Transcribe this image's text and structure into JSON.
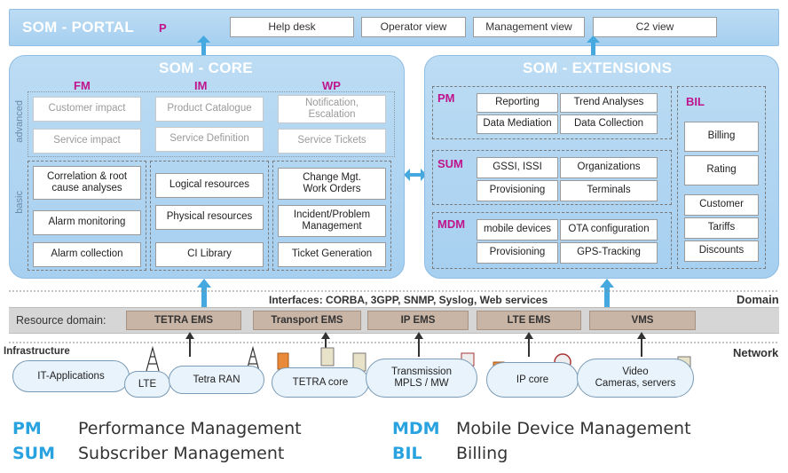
{
  "portal": {
    "title": "SOM - PORTAL",
    "p_marker": "P",
    "buttons": [
      "Help desk",
      "Operator view",
      "Management view",
      "C2 view"
    ]
  },
  "core": {
    "title": "SOM - CORE",
    "columns": [
      "FM",
      "IM",
      "WP"
    ],
    "side_advanced": "advanced",
    "side_basic": "basic",
    "advanced_cells": [
      [
        "Customer impact",
        "Product Catalogue",
        "Notification,\nEscalation"
      ],
      [
        "Service impact",
        "Service Definition",
        "Service Tickets"
      ]
    ],
    "fm_basic": [
      "Correlation & root\ncause analyses",
      "Alarm monitoring",
      "Alarm collection"
    ],
    "im_basic": [
      "Logical resources",
      "Physical resources",
      "CI Library"
    ],
    "wp_basic": [
      "Change Mgt.\nWork Orders",
      "Incident/Problem\nManagement",
      "Ticket Generation"
    ]
  },
  "extensions": {
    "title": "SOM - EXTENSIONS",
    "pm": {
      "label": "PM",
      "cells": [
        "Reporting",
        "Trend Analyses",
        "Data Mediation",
        "Data Collection"
      ]
    },
    "sum": {
      "label": "SUM",
      "cells": [
        "GSSI, ISSI",
        "Organizations",
        "Provisioning",
        "Terminals"
      ]
    },
    "mdm": {
      "label": "MDM",
      "cells": [
        "mobile devices",
        "OTA configuration",
        "Provisioning",
        "GPS-Tracking"
      ]
    },
    "bil": {
      "label": "BIL",
      "cells": [
        "Billing",
        "Rating",
        "Customer",
        "Tariffs",
        "Discounts"
      ]
    }
  },
  "interfaces": "Interfaces: CORBA, 3GPP, SNMP, Syslog, Web services",
  "domain_label": "Domain",
  "resource_domain": {
    "label": "Resource domain:",
    "items": [
      "TETRA EMS",
      "Transport EMS",
      "IP EMS",
      "LTE EMS",
      "VMS"
    ]
  },
  "infrastructure": {
    "label": "Infrastructure",
    "network_label": "Network",
    "clouds": [
      "IT-Applications",
      "LTE",
      "Tetra RAN",
      "TETRA core",
      "Transmission\nMPLS / MW",
      "IP core",
      "Video\nCameras, servers"
    ]
  },
  "legend": [
    {
      "abbr": "PM",
      "text": "Performance Management"
    },
    {
      "abbr": "SUM",
      "text": "Subscriber Management"
    },
    {
      "abbr": "MDM",
      "text": "Mobile Device Management"
    },
    {
      "abbr": "BIL",
      "text": "Billing"
    }
  ],
  "colors": {
    "accent_blue": "#29a3e0",
    "magenta": "#c0148c",
    "panel_blue": "#a6cff0",
    "ems_brown": "#c9b5a6"
  }
}
